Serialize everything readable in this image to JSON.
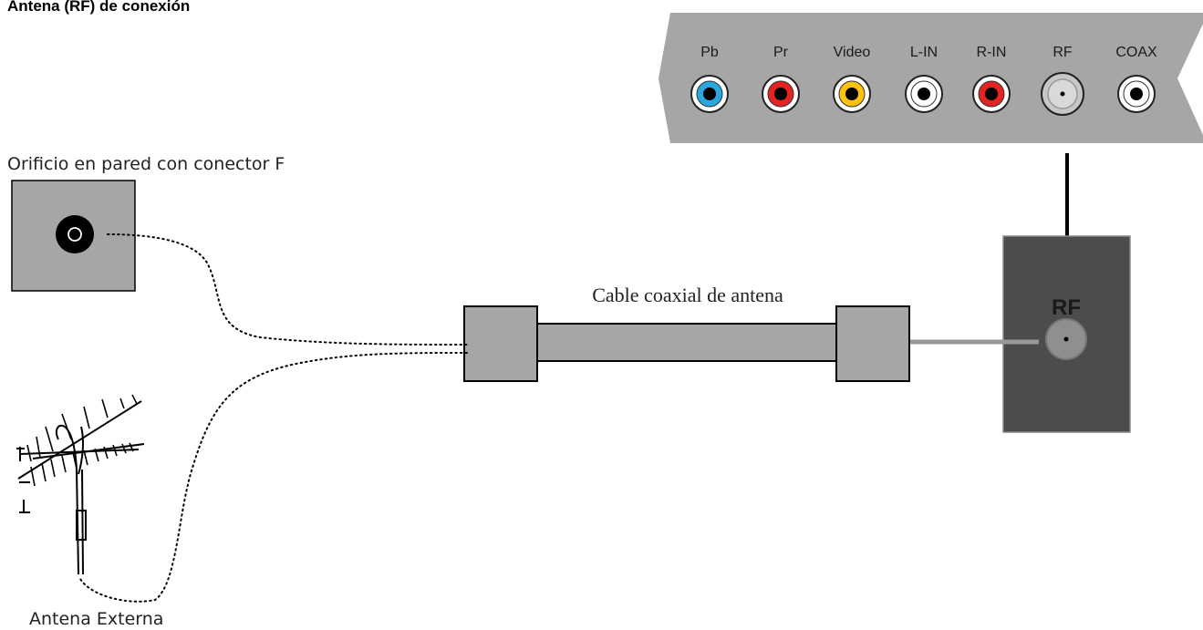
{
  "title": "Antena (RF) de conexión",
  "tv_panel": {
    "ports": [
      {
        "label": "Pb",
        "ring": "#29a8df"
      },
      {
        "label": "Pr",
        "ring": "#e52421"
      },
      {
        "label": "Video",
        "ring": "#ffc20e"
      },
      {
        "label": "L-IN",
        "ring": "#ffffff"
      },
      {
        "label": "R-IN",
        "ring": "#e52421"
      },
      {
        "label": "RF",
        "ring": "#b3b3b3"
      },
      {
        "label": "COAX",
        "ring": "#ffffff"
      }
    ]
  },
  "wall_outlet": {
    "label": "Orificio en pared con conector F"
  },
  "cable": {
    "label": "Cable coaxial de antena"
  },
  "rf_box": {
    "label": "RF"
  },
  "antenna": {
    "label": "Antena Externa"
  },
  "colors": {
    "panel": "#a6a6a6",
    "dark_box": "#4d4b4b",
    "wall": "#a6a6a6",
    "cable": "#999999"
  }
}
